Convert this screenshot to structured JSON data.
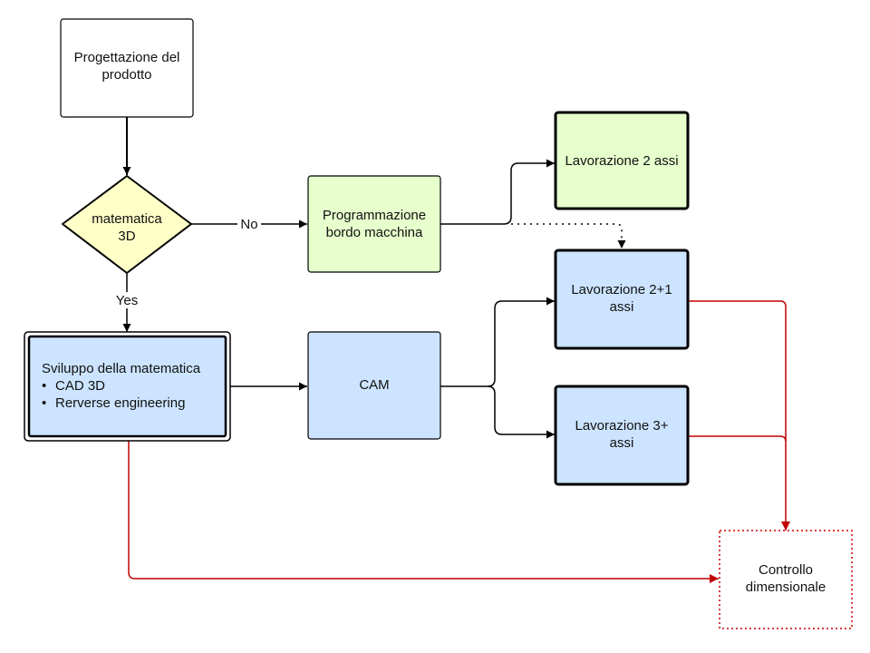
{
  "nodes": {
    "progettazione": {
      "lines": [
        "Progettazione del",
        "prodotto"
      ],
      "fill": "#ffffff",
      "stroke": "#000000"
    },
    "matematica3d": {
      "lines": [
        "matematica",
        "3D"
      ],
      "fill": "#ffffc8",
      "stroke": "#000000"
    },
    "programmazione": {
      "lines": [
        "Programmazione",
        "bordo macchina"
      ],
      "fill": "#e6ffcc",
      "stroke": "#000000"
    },
    "lavorazione2": {
      "lines": [
        "Lavorazione 2 assi"
      ],
      "fill": "#e6ffcc",
      "stroke": "#000000"
    },
    "lavorazione21": {
      "lines": [
        "Lavorazione 2+1",
        "assi"
      ],
      "fill": "#cce4ff",
      "stroke": "#000000"
    },
    "lavorazione3": {
      "lines": [
        "Lavorazione 3+",
        "assi"
      ],
      "fill": "#cce4ff",
      "stroke": "#000000"
    },
    "sviluppo": {
      "title": "Sviluppo della matematica",
      "bullets": [
        "CAD 3D",
        "Rerverse engineering"
      ],
      "fill": "#cce4ff",
      "stroke": "#000000"
    },
    "cam": {
      "lines": [
        "CAM"
      ],
      "fill": "#cce4ff",
      "stroke": "#000000"
    },
    "controllo": {
      "lines": [
        "Controllo",
        "dimensionale"
      ],
      "fill": "#ffffff",
      "stroke": "#cc0000"
    }
  },
  "edges": {
    "no_label": "No",
    "yes_label": "Yes",
    "black": "#000000",
    "red": "#c00000"
  }
}
